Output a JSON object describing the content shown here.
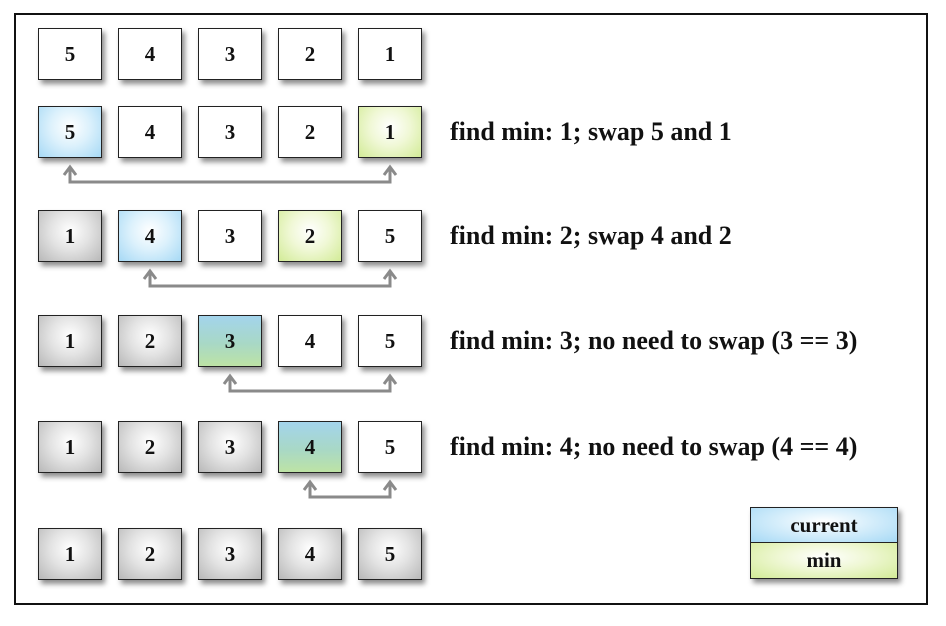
{
  "rows": [
    {
      "cells": [
        "5",
        "4",
        "3",
        "2",
        "1"
      ],
      "states": [
        "white",
        "white",
        "white",
        "white",
        "white"
      ],
      "text": "",
      "arrow": null
    },
    {
      "cells": [
        "5",
        "4",
        "3",
        "2",
        "1"
      ],
      "states": [
        "blue",
        "white",
        "white",
        "white",
        "green"
      ],
      "text": "find min: 1; swap 5 and 1",
      "arrow": [
        0,
        4
      ]
    },
    {
      "cells": [
        "1",
        "4",
        "3",
        "2",
        "5"
      ],
      "states": [
        "gray",
        "blue",
        "white",
        "green",
        "white"
      ],
      "text": "find min: 2; swap 4 and 2",
      "arrow": [
        1,
        4
      ]
    },
    {
      "cells": [
        "1",
        "2",
        "3",
        "4",
        "5"
      ],
      "states": [
        "gray",
        "gray",
        "teal",
        "white",
        "white"
      ],
      "text": "find min: 3; no need to swap (3 == 3)",
      "arrow": [
        2,
        4
      ]
    },
    {
      "cells": [
        "1",
        "2",
        "3",
        "4",
        "5"
      ],
      "states": [
        "gray",
        "gray",
        "gray",
        "teal",
        "white"
      ],
      "text": "find min: 4; no need to swap (4 == 4)",
      "arrow": [
        3,
        4
      ]
    },
    {
      "cells": [
        "1",
        "2",
        "3",
        "4",
        "5"
      ],
      "states": [
        "gray",
        "gray",
        "gray",
        "gray",
        "gray"
      ],
      "text": "",
      "arrow": null
    }
  ],
  "legend": {
    "current": "current",
    "min": "min"
  },
  "colors": {
    "arrow": "#8a8a8a",
    "current": "#a6d9f5",
    "min": "#d2eb96",
    "done": "#b8b8b8"
  }
}
